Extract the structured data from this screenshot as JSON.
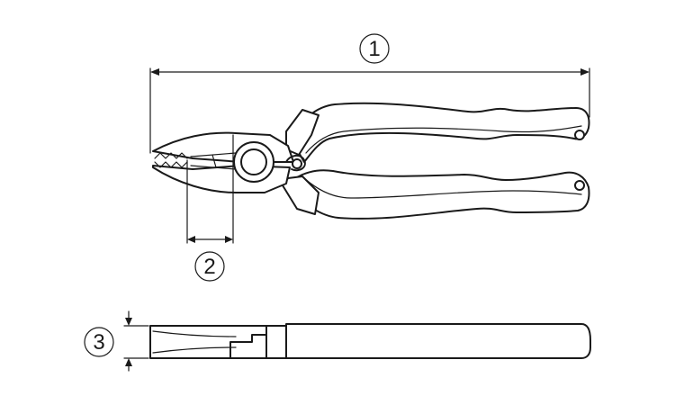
{
  "callouts": {
    "overall_length": "1",
    "jaw_length": "2",
    "thickness": "3"
  },
  "colors": {
    "line": "#1a1a1a",
    "background": "#ffffff"
  }
}
